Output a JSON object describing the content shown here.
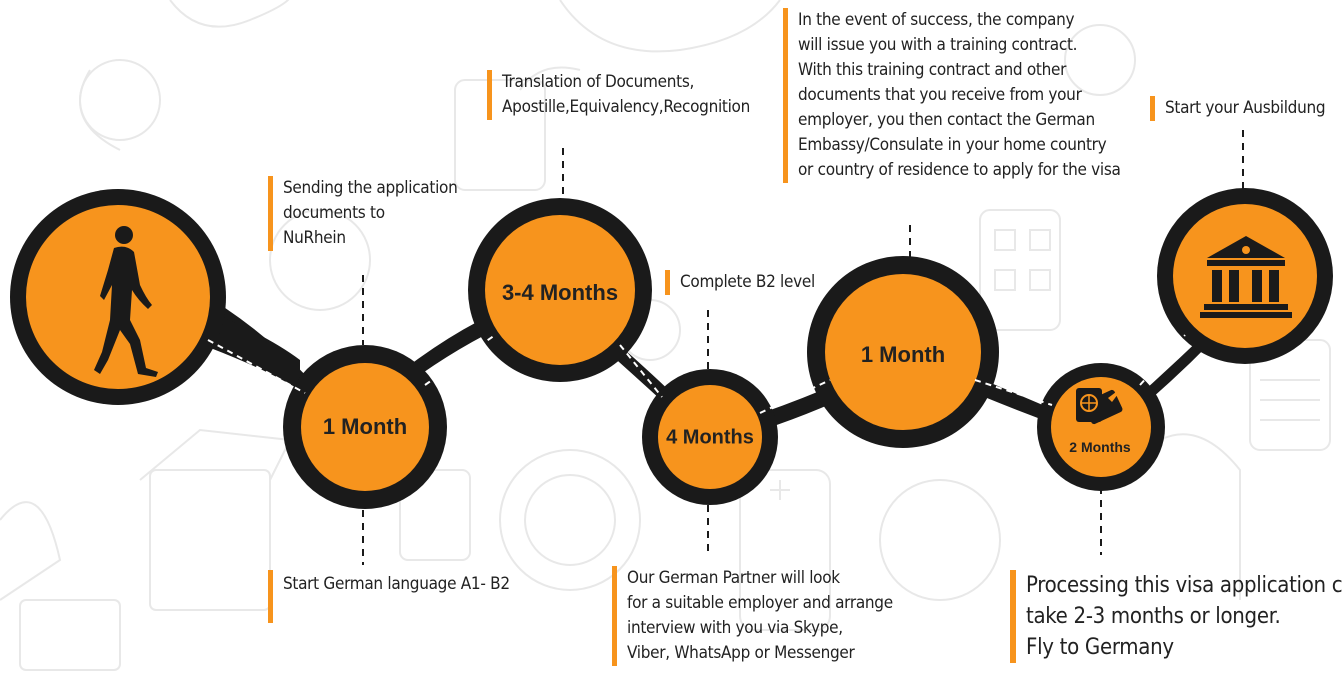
{
  "steps": [
    {
      "label": ""
    },
    {
      "label": "1 Month"
    },
    {
      "label": "3-4 Months"
    },
    {
      "label": "4 Months"
    },
    {
      "label": "1 Month"
    },
    {
      "label": "2 Months"
    },
    {
      "label": ""
    }
  ],
  "notes": {
    "sending_application": [
      "Sending the application",
      "documents to",
      "NuRhein"
    ],
    "start_german": [
      "Start German language A1- B2"
    ],
    "translation": [
      "Translation of Documents,",
      "Apostille,Equivalency,Recognition"
    ],
    "complete_b2": [
      "Complete B2 level"
    ],
    "german_partner": [
      "Our German Partner will look",
      "for a suitable employer and arrange",
      "interview with you via Skype,",
      "Viber, WhatsApp or Messenger"
    ],
    "training_contract": [
      "In the event of success, the company",
      "will issue you with a training contract.",
      "With this training contract and other",
      "documents that you receive from your",
      "employer, you then contact the German",
      "Embassy/Consulate in your home country",
      "or country of residence to apply for the visa"
    ],
    "start_ausbildung": [
      "Start your Ausbildung"
    ],
    "processing_visa": [
      "Processing this visa application can",
      "take 2-3 months or longer.",
      "Fly to Germany"
    ]
  },
  "colors": {
    "accent": "#f7941d",
    "dark": "#1a1a1a",
    "pattern": "#e6e6e6"
  },
  "icons": [
    "walking-person-icon",
    "passport-plane-icon",
    "university-building-icon"
  ]
}
